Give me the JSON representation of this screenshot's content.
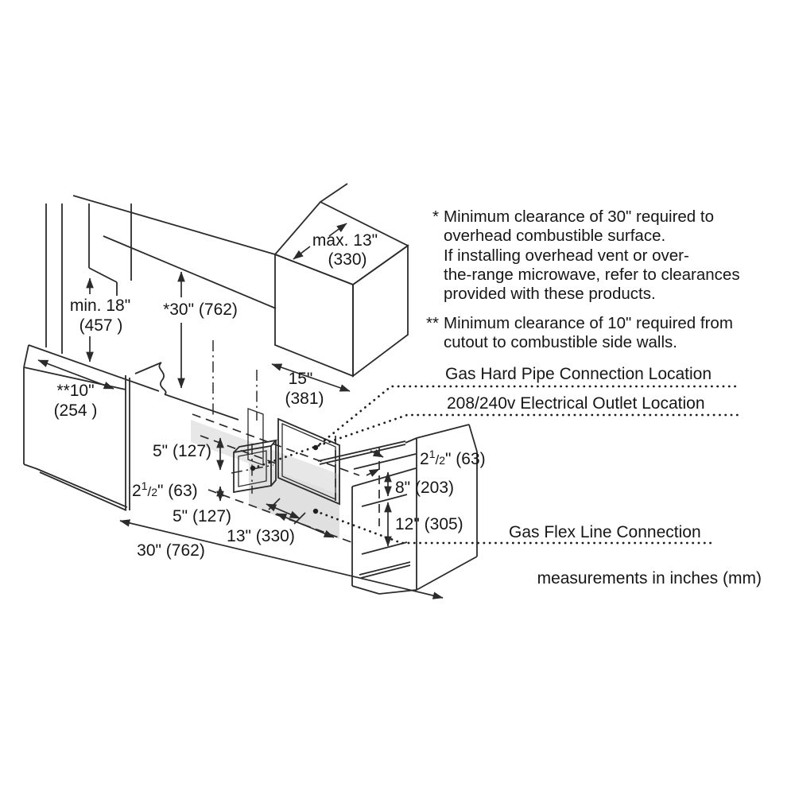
{
  "notes": {
    "note1": {
      "marker": "*",
      "lines": [
        "Minimum clearance of 30\" required to",
        "overhead combustible surface.",
        "If installing overhead vent or over-",
        "the-range microwave, refer to clearances",
        "provided with these products."
      ]
    },
    "note2": {
      "marker": "**",
      "lines": [
        "Minimum clearance of 10\" required from",
        "cutout to combustible side walls."
      ]
    }
  },
  "callouts": {
    "gas_hard_pipe": "Gas Hard Pipe Connection Location",
    "electrical_outlet": "208/240v Electrical Outlet Location",
    "gas_flex": "Gas Flex Line Connection"
  },
  "footer": "measurements in inches (mm)",
  "dimensions": {
    "min_18": {
      "line1": "min. 18\"",
      "line2": "(457 )"
    },
    "clearance_30": "*30\" (762)",
    "max_13": {
      "line1": "max. 13\"",
      "line2": "(330)"
    },
    "side_10": {
      "line1": "**10\"",
      "line2": "(254 )"
    },
    "width_15": {
      "line1": "15\"",
      "line2": "(381)"
    },
    "upper_5": "5\" (127)",
    "left_2half": {
      "int": "2",
      "num": "1",
      "slash": "/",
      "den": "2",
      "rest": "\" (63)"
    },
    "lower_5": "5\" (127)",
    "depth_13": "13\" (330)",
    "width_30": "30\" (762)",
    "right_2half": {
      "int": "2",
      "num": "1",
      "slash": "/",
      "den": "2",
      "rest": "\" (63)"
    },
    "below_8": "8\" (203)",
    "below_12": "12\" (305)"
  },
  "colors": {
    "line": "#2b2b2b",
    "panel_light": "#e7e7e7",
    "panel_flex": "#e0e0e0",
    "panel_hard": "#cbcbcb",
    "panel_sliver": "#c4c4c4",
    "outlet_face": "#d2d2d2"
  }
}
